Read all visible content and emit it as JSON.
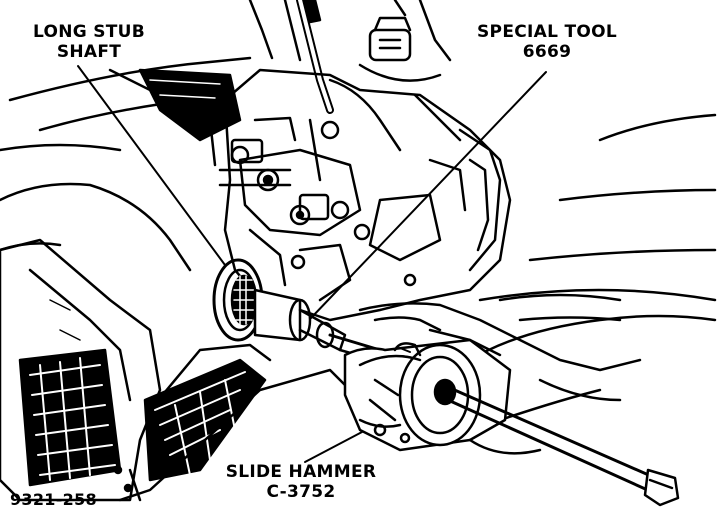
{
  "labels": {
    "stub_shaft": {
      "line1": "LONG STUB",
      "line2": "SHAFT"
    },
    "special_tool": {
      "line1": "SPECIAL TOOL",
      "line2": "6669"
    },
    "slide_hammer": {
      "line1": "SLIDE HAMMER",
      "line2": "C-3752"
    },
    "figure_id": "9321-258"
  },
  "colors": {
    "ink": "#000000",
    "paper": "#ffffff"
  }
}
